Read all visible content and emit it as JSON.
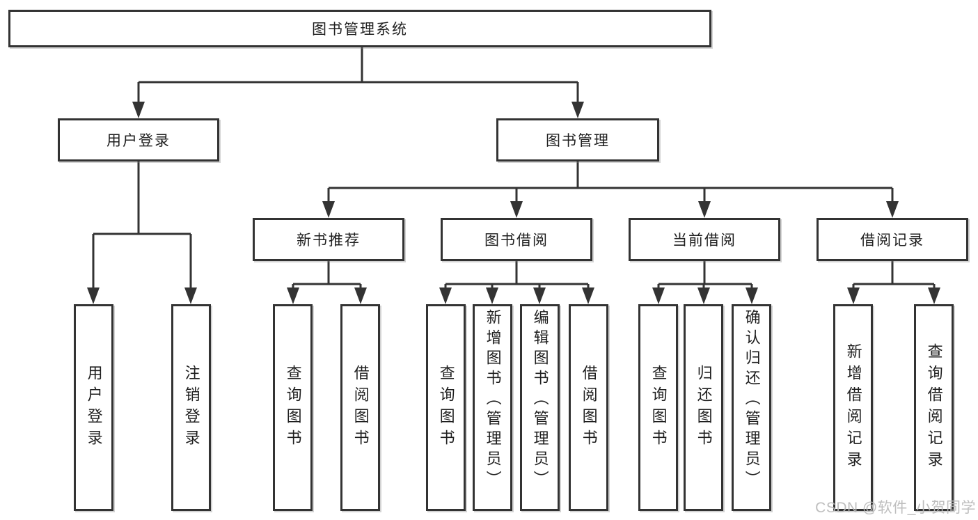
{
  "diagram": {
    "type": "hierarchy",
    "root": {
      "label": "图书管理系统"
    },
    "level2": [
      {
        "label": "用户登录"
      },
      {
        "label": "图书管理"
      }
    ],
    "level3": [
      {
        "label": "新书推荐",
        "parent": "图书管理"
      },
      {
        "label": "图书借阅",
        "parent": "图书管理"
      },
      {
        "label": "当前借阅",
        "parent": "图书管理"
      },
      {
        "label": "借阅记录",
        "parent": "图书管理"
      }
    ],
    "leaves": [
      {
        "label": "用户登录",
        "parent": "用户登录"
      },
      {
        "label": "注销登录",
        "parent": "用户登录"
      },
      {
        "label": "查询图书",
        "parent": "新书推荐"
      },
      {
        "label": "借阅图书",
        "parent": "新书推荐"
      },
      {
        "label": "查询图书",
        "parent": "图书借阅"
      },
      {
        "label": "新增图书（管理员）",
        "parent": "图书借阅"
      },
      {
        "label": "编辑图书（管理员）",
        "parent": "图书借阅"
      },
      {
        "label": "借阅图书",
        "parent": "图书借阅"
      },
      {
        "label": "查询图书",
        "parent": "当前借阅"
      },
      {
        "label": "归还图书",
        "parent": "当前借阅"
      },
      {
        "label": "确认归还（管理员）",
        "parent": "当前借阅"
      },
      {
        "label": "新增借阅记录",
        "parent": "借阅记录"
      },
      {
        "label": "查询借阅记录",
        "parent": "借阅记录"
      }
    ]
  },
  "watermark": {
    "text": "CSDN @软件_小贺同学"
  },
  "colors": {
    "line": "#333333",
    "border": "#333333",
    "text": "#1f1f1f",
    "background": "#ffffff",
    "watermark": "#b9b9b9"
  }
}
